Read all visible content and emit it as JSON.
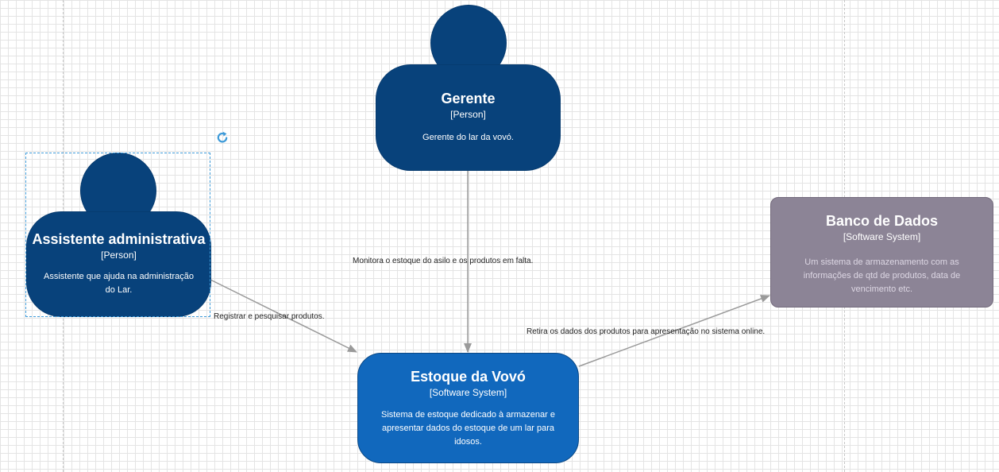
{
  "diagram": {
    "nodes": {
      "gerente": {
        "title": "Gerente",
        "type": "[Person]",
        "description": "Gerente do lar da vovó."
      },
      "assistente": {
        "title": "Assistente administrativa",
        "type": "[Person]",
        "description": "Assistente que ajuda na administração do Lar."
      },
      "estoque": {
        "title": "Estoque da Vovó",
        "type": "[Software System]",
        "description": "Sistema de estoque dedicado à armazenar e apresentar dados do estoque de um lar para idosos."
      },
      "banco": {
        "title": "Banco de Dados",
        "type": "[Software System]",
        "description": "Um sistema de armazenamento com as informações de qtd de produtos, data de vencimento etc."
      }
    },
    "edges": {
      "gerente_estoque": "Monitora o estoque do asilo e os produtos em falta.",
      "assistente_estoque": "Registrar e pesquisar produtos.",
      "estoque_banco": "Retira os dados dos produtos para apresentação no sistema online."
    }
  },
  "colors": {
    "person": "#08427b",
    "software_system": "#1168bd",
    "external_system": "#8c8496",
    "edge": "#9a9a9a",
    "selection": "#3d9ad8"
  },
  "icons": {
    "rotate_handle": "rotate-icon"
  }
}
